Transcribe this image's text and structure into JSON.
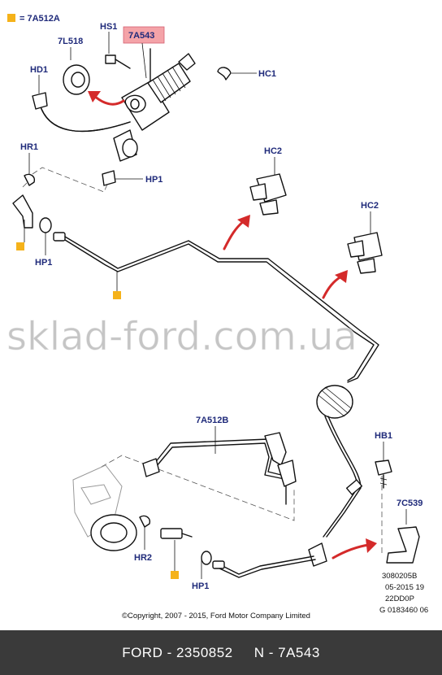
{
  "legend": {
    "marker_color": "#f5b21a",
    "text": "= 7A512A"
  },
  "callouts": {
    "hs1": "HS1",
    "part_7a543": "7A543",
    "hc1": "HC1",
    "part_7l518": "7L518",
    "hd1": "HD1",
    "hr1_top": "HR1",
    "hp1_top": "HP1",
    "hc2_a": "HC2",
    "hc2_b": "HC2",
    "hp1_left": "HP1",
    "part_7a512b": "7A512B",
    "hb1": "HB1",
    "part_7c539": "7C539",
    "hr2": "HR2",
    "hp1_bottom": "HP1"
  },
  "highlight_color": "#f4a3a8",
  "arrow_color": "#d42a2a",
  "codes": [
    "3080205B",
    "05-2015 19",
    "22DD0P",
    "G 0183460 06"
  ],
  "copyright": "©Copyright, 2007 - 2015, Ford Motor Company Limited",
  "watermark": "sklad-ford.com.ua",
  "footer": {
    "text": "FORD - 2350852     N - 7A543"
  }
}
